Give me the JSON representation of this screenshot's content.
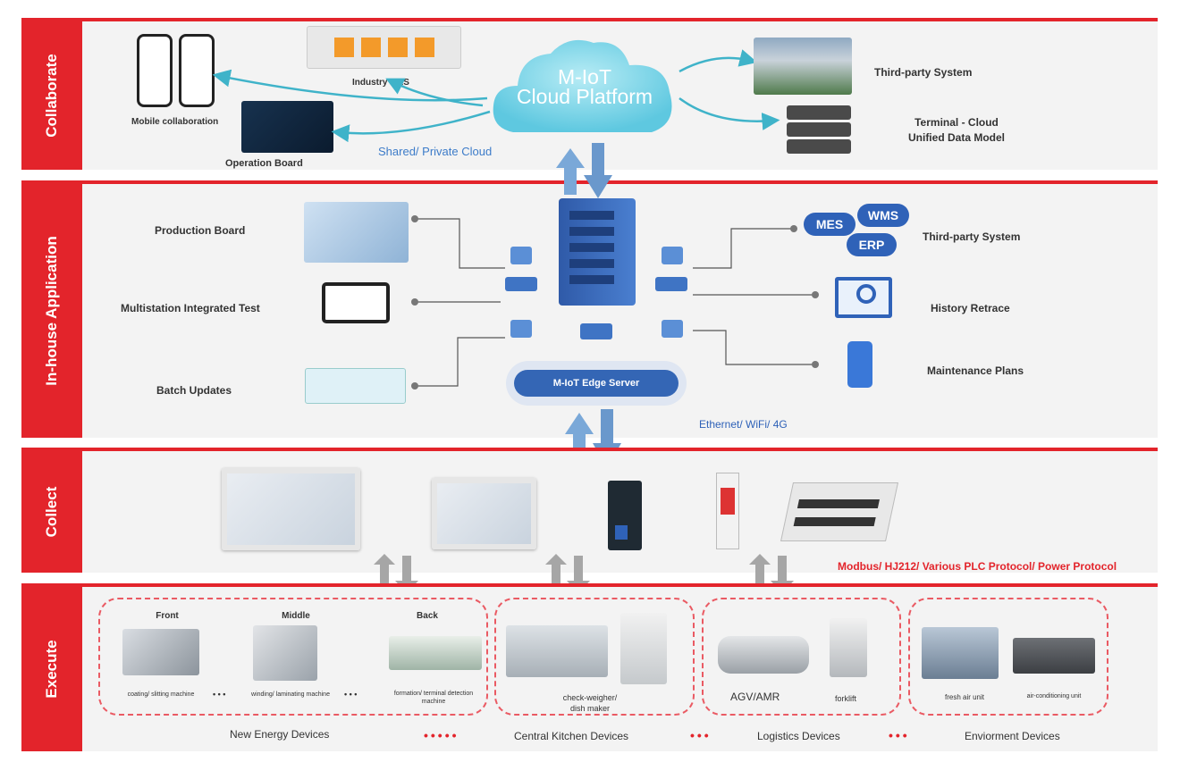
{
  "layers": {
    "collaborate": "Collaborate",
    "inhouse": "In-house Application",
    "collect": "Collect",
    "execute": "Execute"
  },
  "collaborate": {
    "mobile": "Mobile collaboration",
    "mes": "Industry MES",
    "board": "Operation Board",
    "cloud_line1": "M-IoT",
    "cloud_line2": "Cloud Platform",
    "cloud_type": "Shared/ Private Cloud",
    "third_party": "Third-party System",
    "terminal_line1": "Terminal - Cloud",
    "terminal_line2": "Unified Data Model"
  },
  "inhouse": {
    "production_board": "Production Board",
    "multistation": "Multistation Integrated Test",
    "batch": "Batch Updates",
    "edge_server": "M-IoT Edge Server",
    "network": "Ethernet/ WiFi/ 4G",
    "mes": "MES",
    "wms": "WMS",
    "erp": "ERP",
    "third_party": "Third-party System",
    "history": "History Retrace",
    "maintenance": "Maintenance Plans"
  },
  "collect": {
    "protocols": "Modbus/ HJ212/ Various PLC Protocol/ Power Protocol"
  },
  "execute": {
    "front": "Front",
    "middle": "Middle",
    "back": "Back",
    "coating": "coating/ slitting machine",
    "winding": "winding/ laminating machine",
    "formation_l1": "formation/ terminal detection",
    "formation_l2": "machine",
    "ellipsis": "• • •",
    "checkweigher_l1": "check-weigher/",
    "checkweigher_l2": "dish maker",
    "agv": "AGV/AMR",
    "forklift": "forklift",
    "fresh_air": "fresh air unit",
    "aircon": "air-conditioning unit",
    "cat_energy": "New Energy Devices",
    "cat_kitchen": "Central Kitchen Devices",
    "cat_logistics": "Logistics Devices",
    "cat_environment": "Enviorment Devices"
  },
  "colors": {
    "accent_red": "#e3242b",
    "band_bg": "#f3f3f3",
    "edge_blue": "#2f62b8",
    "cloud_cyan": "#5ec8e0",
    "arrow_blue": "#6aa0d8"
  }
}
